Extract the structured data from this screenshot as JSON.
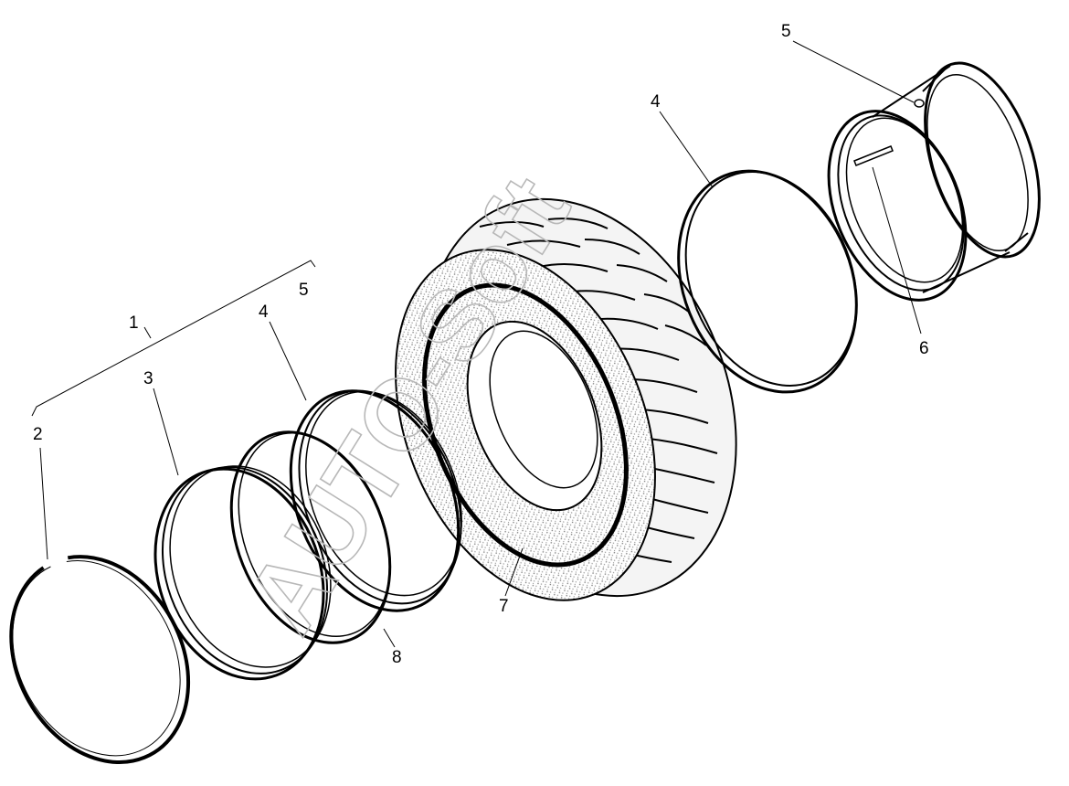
{
  "callouts": {
    "assembly": "1",
    "retaining_ring": "2",
    "flange_ring": "3",
    "bead_seat_ring_left": "4",
    "bead_seat_ring_right": "4",
    "group_five_left": "5",
    "rim_five_right": "5",
    "key": "6",
    "tire": "7",
    "o_ring": "8"
  },
  "watermark": {
    "text": "AUTO-Soft"
  },
  "colors": {
    "line": "#000000",
    "tire_shade": "#8a8a8a",
    "watermark": "#b8b8b8"
  }
}
